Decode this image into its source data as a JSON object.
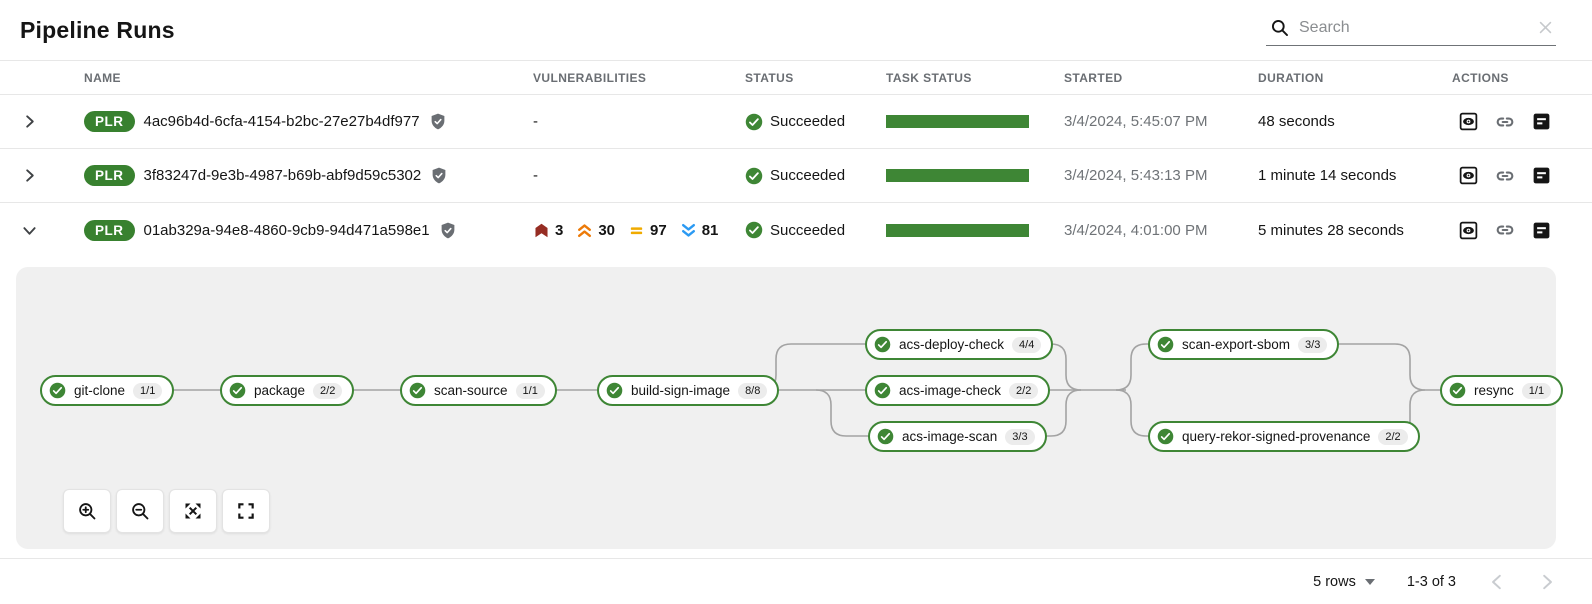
{
  "page": {
    "title": "Pipeline Runs"
  },
  "search": {
    "placeholder": "Search"
  },
  "table": {
    "columns": [
      "NAME",
      "VULNERABILITIES",
      "STATUS",
      "TASK STATUS",
      "STARTED",
      "DURATION",
      "ACTIONS"
    ],
    "rows": [
      {
        "badge": "PLR",
        "name": "4ac96b4d-6cfa-4154-b2bc-27e27b4df977",
        "vulnerabilities": "-",
        "status": "Succeeded",
        "started": "3/4/2024, 5:45:07 PM",
        "duration": "48 seconds",
        "expanded": false
      },
      {
        "badge": "PLR",
        "name": "3f83247d-9e3b-4987-b69b-abf9d59c5302",
        "vulnerabilities": "-",
        "status": "Succeeded",
        "started": "3/4/2024, 5:43:13 PM",
        "duration": "1 minute 14 seconds",
        "expanded": false
      },
      {
        "badge": "PLR",
        "name": "01ab329a-94e8-4860-9cb9-94d471a598e1",
        "vuln": {
          "critical": "3",
          "high": "30",
          "medium": "97",
          "low": "81"
        },
        "status": "Succeeded",
        "started": "3/4/2024, 4:01:00 PM",
        "duration": "5 minutes 28 seconds",
        "expanded": true
      }
    ]
  },
  "graph": {
    "nodes": [
      {
        "label": "git-clone",
        "count": "1/1",
        "status": "succeeded"
      },
      {
        "label": "package",
        "count": "2/2",
        "status": "succeeded"
      },
      {
        "label": "scan-source",
        "count": "1/1",
        "status": "succeeded"
      },
      {
        "label": "build-sign-image",
        "count": "8/8",
        "status": "succeeded"
      },
      {
        "label": "acs-deploy-check",
        "count": "4/4",
        "status": "succeeded"
      },
      {
        "label": "acs-image-check",
        "count": "2/2",
        "status": "succeeded"
      },
      {
        "label": "acs-image-scan",
        "count": "3/3",
        "status": "succeeded"
      },
      {
        "label": "scan-export-sbom",
        "count": "3/3",
        "status": "succeeded"
      },
      {
        "label": "query-rekor-signed-provenance",
        "count": "2/2",
        "status": "succeeded"
      },
      {
        "label": "resync",
        "count": "1/1",
        "status": "succeeded"
      }
    ]
  },
  "pagination": {
    "rows_per_page": "5 rows",
    "range": "1-3 of 3"
  },
  "icons": {
    "search": "magnifier",
    "clear": "x-cross",
    "expand_collapsed": "chevron-right",
    "expand_open": "chevron-down",
    "signed": "shield-check",
    "status_ok": "check-circle",
    "action_view": "eye-in-square",
    "action_link": "chain-link",
    "action_logs": "document-lines",
    "zoom_in": "magnifier-plus",
    "zoom_out": "magnifier-minus",
    "fit_to_screen": "expand-arrows",
    "reset_view": "corner-brackets",
    "severity_critical": "banner-up",
    "severity_high": "double-chevron-up",
    "severity_medium": "equals-bars",
    "severity_low": "double-chevron-down"
  },
  "colors": {
    "success_green": "#3e8635",
    "badge_green": "#38812f",
    "critical": "#962d23",
    "high": "#ec7a08",
    "medium": "#f0ab00",
    "low": "#2b9af3",
    "muted_text": "#6a6e73",
    "panel_bg": "#f0f0f0",
    "edge_gray": "#a3a3a3"
  }
}
